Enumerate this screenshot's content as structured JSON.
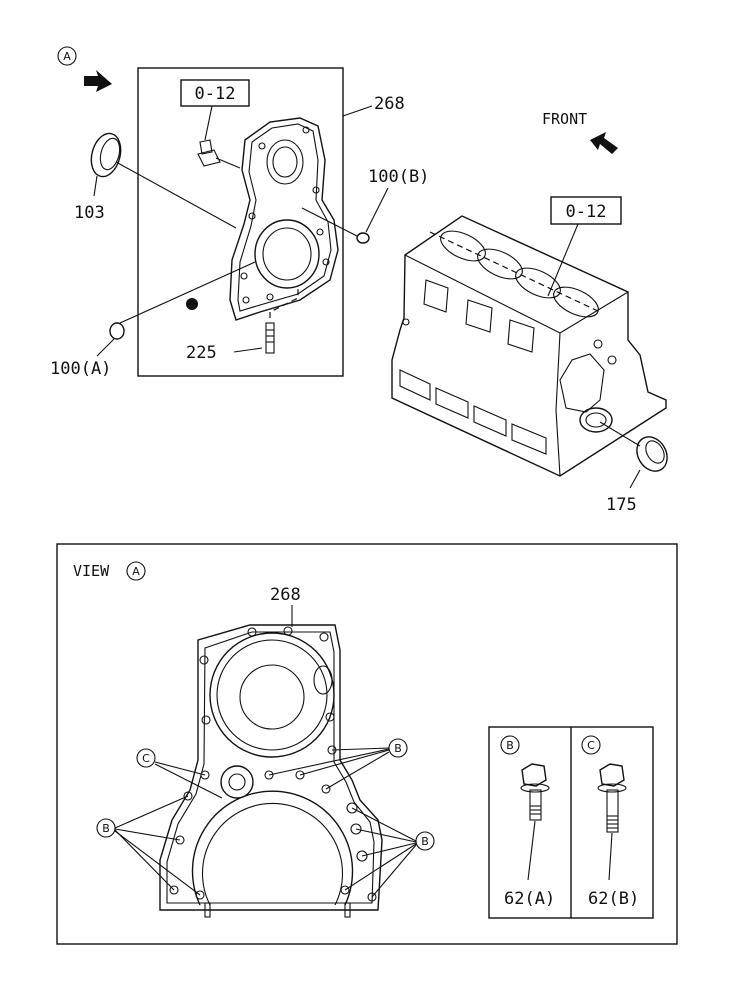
{
  "labels": {
    "view_marker": "A",
    "front": "FRONT",
    "ref_top": "0-12",
    "ref_block": "0-12",
    "part_268": "268",
    "part_103": "103",
    "part_100b": "100(B)",
    "part_100a": "100(A)",
    "part_225": "225",
    "part_175": "175",
    "view_title": "VIEW",
    "view_268": "268",
    "c_upper": "C",
    "b_upper": "B",
    "b_left": "B",
    "b_right": "B",
    "box_b": "B",
    "box_c": "C",
    "part_62a": "62(A)",
    "part_62b": "62(B)"
  }
}
